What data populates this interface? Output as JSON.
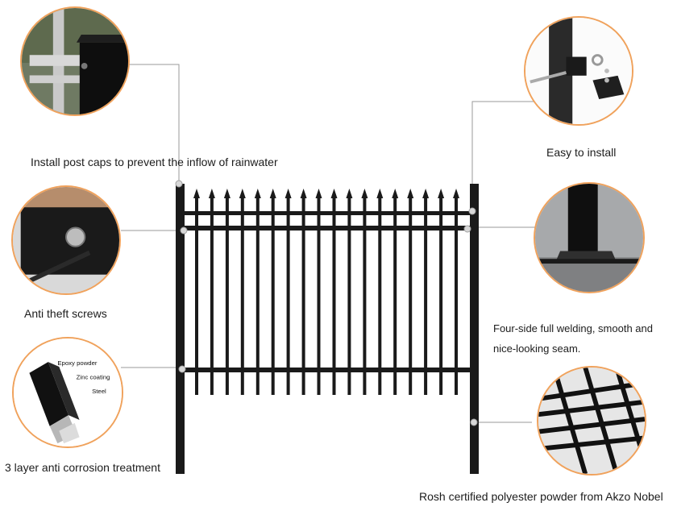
{
  "callouts": {
    "post_caps": "Install post caps to prevent the inflow of rainwater",
    "easy_install": "Easy to install",
    "anti_theft": "Anti theft screws",
    "welding_line1": "Four-side full welding, smooth and",
    "welding_line2": "nice-looking seam.",
    "anti_corrosion": "3 layer  anti corrosion  treatment",
    "powder": "Rosh certified polyester powder from Akzo Nobel"
  },
  "layers": {
    "epoxy": "Epoxy powder",
    "zinc": "Zinc coating",
    "steel": "Steel"
  },
  "colors": {
    "accent": "#f0a25c",
    "metal": "#1a1a1a"
  }
}
